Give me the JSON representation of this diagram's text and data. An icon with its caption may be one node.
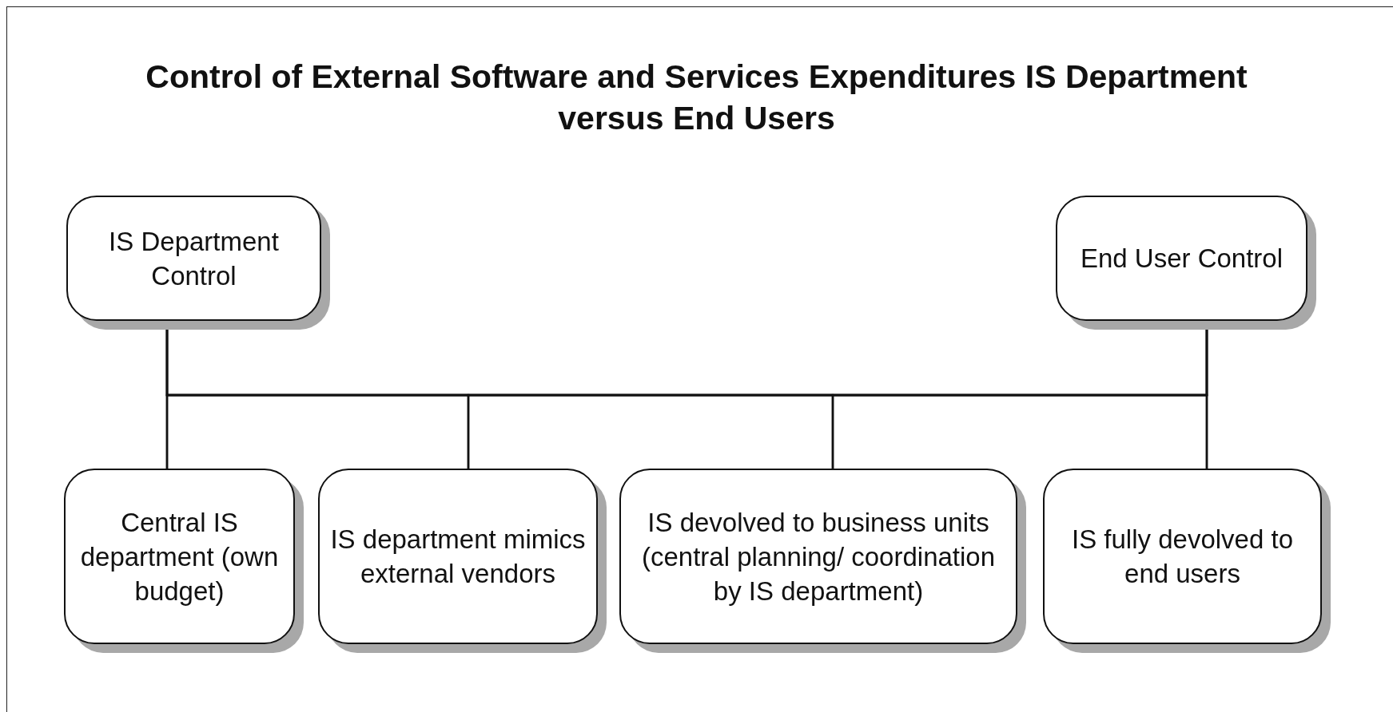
{
  "diagram": {
    "title": "Control of External Software and Services Expenditures IS Department versus End Users",
    "nodes": [
      {
        "text": [
          "IS Department Control"
        ]
      },
      {
        "text": [
          "End User Control"
        ]
      },
      {
        "text": [
          "Central IS department (own budget)"
        ]
      },
      {
        "text": [
          "IS department mimics external vendors"
        ]
      },
      {
        "text": [
          "IS devolved to business units (central planning/ coordination by IS department)"
        ]
      },
      {
        "text": [
          "IS fully devolved to end users"
        ]
      }
    ],
    "edges": [
      {
        "from": 0,
        "to": 2,
        "arrow": "none"
      },
      {
        "from": 0,
        "to": 3,
        "arrow": "none"
      },
      {
        "from": 0,
        "to": 4,
        "arrow": "none"
      },
      {
        "from": 0,
        "to": 5,
        "arrow": "none"
      },
      {
        "from": 1,
        "to": 2,
        "arrow": "none"
      },
      {
        "from": 1,
        "to": 3,
        "arrow": "none"
      },
      {
        "from": 1,
        "to": 4,
        "arrow": "none"
      },
      {
        "from": 1,
        "to": 5,
        "arrow": "none"
      }
    ]
  }
}
